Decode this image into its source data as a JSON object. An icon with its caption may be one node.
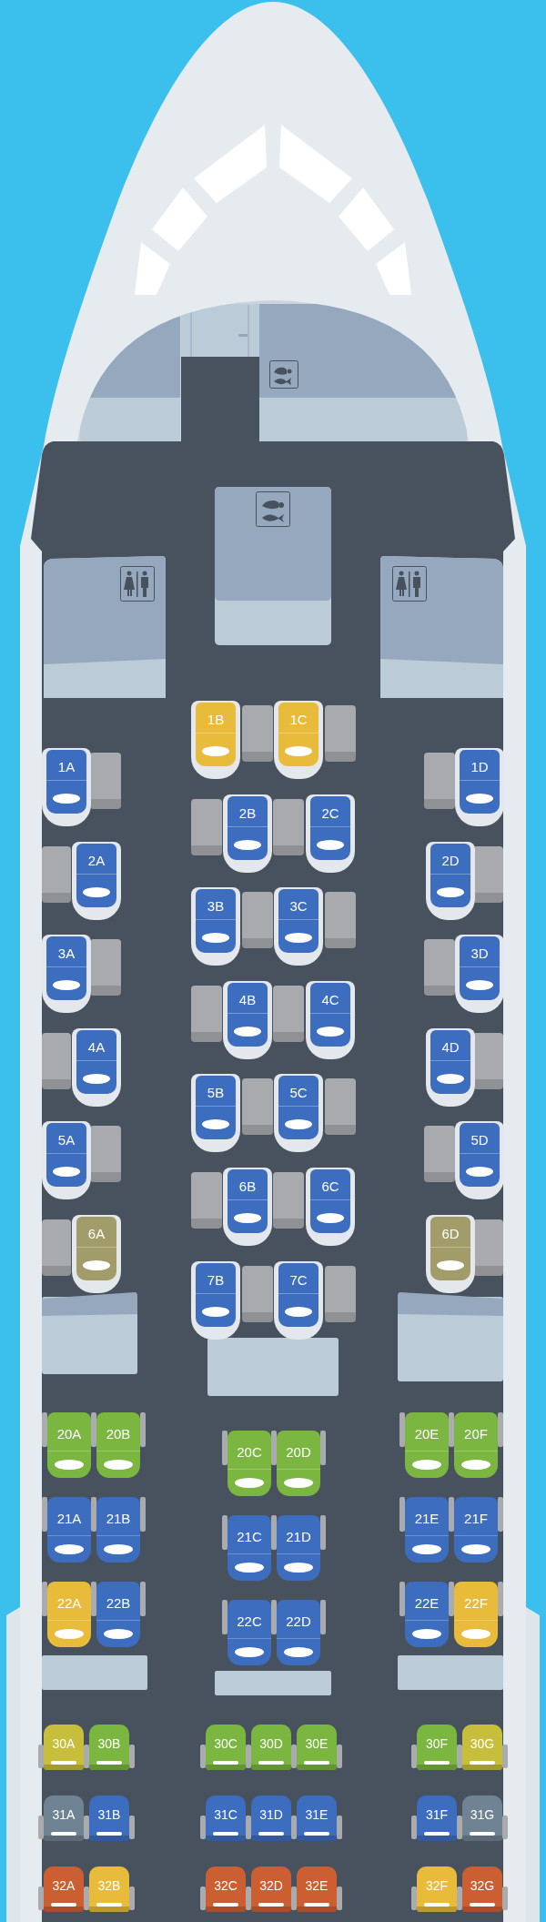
{
  "diagram": {
    "nodes": [
      {
        "text": [
          "1A"
        ]
      },
      {
        "text": [
          "1B"
        ]
      },
      {
        "text": [
          "1C"
        ]
      },
      {
        "text": [
          "1D"
        ]
      },
      {
        "text": [
          "2A"
        ]
      },
      {
        "text": [
          "2B"
        ]
      },
      {
        "text": [
          "2C"
        ]
      },
      {
        "text": [
          "2D"
        ]
      },
      {
        "text": [
          "3A"
        ]
      },
      {
        "text": [
          "3B"
        ]
      },
      {
        "text": [
          "3C"
        ]
      },
      {
        "text": [
          "3D"
        ]
      },
      {
        "text": [
          "4A"
        ]
      },
      {
        "text": [
          "4B"
        ]
      },
      {
        "text": [
          "4C"
        ]
      },
      {
        "text": [
          "4D"
        ]
      },
      {
        "text": [
          "5A"
        ]
      },
      {
        "text": [
          "5B"
        ]
      },
      {
        "text": [
          "5C"
        ]
      },
      {
        "text": [
          "5D"
        ]
      },
      {
        "text": [
          "6A"
        ]
      },
      {
        "text": [
          "6B"
        ]
      },
      {
        "text": [
          "6C"
        ]
      },
      {
        "text": [
          "6D"
        ]
      },
      {
        "text": [
          "7B"
        ]
      },
      {
        "text": [
          "7C"
        ]
      },
      {
        "text": [
          "20A"
        ]
      },
      {
        "text": [
          "20B"
        ]
      },
      {
        "text": [
          "20C"
        ]
      },
      {
        "text": [
          "20D"
        ]
      },
      {
        "text": [
          "20E"
        ]
      },
      {
        "text": [
          "20F"
        ]
      },
      {
        "text": [
          "21A"
        ]
      },
      {
        "text": [
          "21B"
        ]
      },
      {
        "text": [
          "21C"
        ]
      },
      {
        "text": [
          "21D"
        ]
      },
      {
        "text": [
          "21E"
        ]
      },
      {
        "text": [
          "21F"
        ]
      },
      {
        "text": [
          "22A"
        ]
      },
      {
        "text": [
          "22B"
        ]
      },
      {
        "text": [
          "22C"
        ]
      },
      {
        "text": [
          "22D"
        ]
      },
      {
        "text": [
          "22E"
        ]
      },
      {
        "text": [
          "22F"
        ]
      },
      {
        "text": [
          "30A"
        ]
      },
      {
        "text": [
          "30B"
        ]
      },
      {
        "text": [
          "30C"
        ]
      },
      {
        "text": [
          "30D"
        ]
      },
      {
        "text": [
          "30E"
        ]
      },
      {
        "text": [
          "30F"
        ]
      },
      {
        "text": [
          "30G"
        ]
      },
      {
        "text": [
          "31A"
        ]
      },
      {
        "text": [
          "31B"
        ]
      },
      {
        "text": [
          "31C"
        ]
      },
      {
        "text": [
          "31D"
        ]
      },
      {
        "text": [
          "31E"
        ]
      },
      {
        "text": [
          "31F"
        ]
      },
      {
        "text": [
          "31G"
        ]
      },
      {
        "text": [
          "32A"
        ]
      },
      {
        "text": [
          "32B"
        ]
      },
      {
        "text": [
          "32C"
        ]
      },
      {
        "text": [
          "32D"
        ]
      },
      {
        "text": [
          "32E"
        ]
      },
      {
        "text": [
          "32F"
        ]
      },
      {
        "text": [
          "32G"
        ]
      }
    ]
  }
}
